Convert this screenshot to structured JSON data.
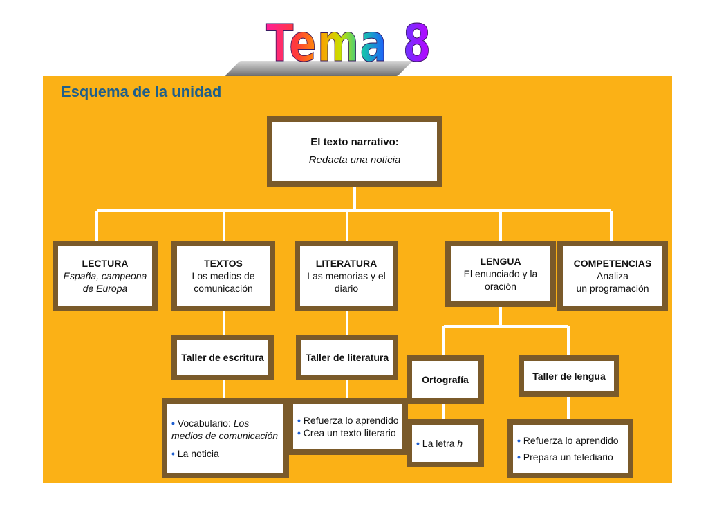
{
  "title": "Tema 8",
  "panel_title": "Esquema de la unidad",
  "root": {
    "heading": "El texto narrativo:",
    "sub": "Redacta una noticia"
  },
  "sections": [
    {
      "heading": "LECTURA",
      "sub": "España, campeona de Europa"
    },
    {
      "heading": "TEXTOS",
      "sub": "Los medios de comunicación"
    },
    {
      "heading": "LITERATURA",
      "sub": "Las memorias y el diario"
    },
    {
      "heading": "LENGUA",
      "sub": "El enunciado y la oración"
    },
    {
      "heading": "COMPETENCIAS",
      "sub1": "Analiza",
      "sub2": "un programación"
    }
  ],
  "workshops": {
    "escritura": "Taller de escritura",
    "literatura": "Taller de literatura",
    "ortografia": "Ortografía",
    "lengua": "Taller de lengua"
  },
  "lists": {
    "escritura": {
      "item1_pre": "Vocabulario: ",
      "item1_em": "Los medios de comunicación",
      "item2": "La noticia"
    },
    "literatura": {
      "item1": "Refuerza lo aprendido",
      "item2": "Crea un texto literario"
    },
    "ortografia": {
      "item1_pre": "La letra ",
      "item1_em": "h"
    },
    "lengua": {
      "item1": "Refuerza lo aprendido",
      "item2": "Prepara un telediario"
    }
  },
  "bullet": "•",
  "colors": {
    "panel": "#fbb116",
    "box_border": "#7a5a2a",
    "heading_blue": "#1f5f8a",
    "bullet_blue": "#1f5fd0",
    "connector": "#ffffff"
  }
}
